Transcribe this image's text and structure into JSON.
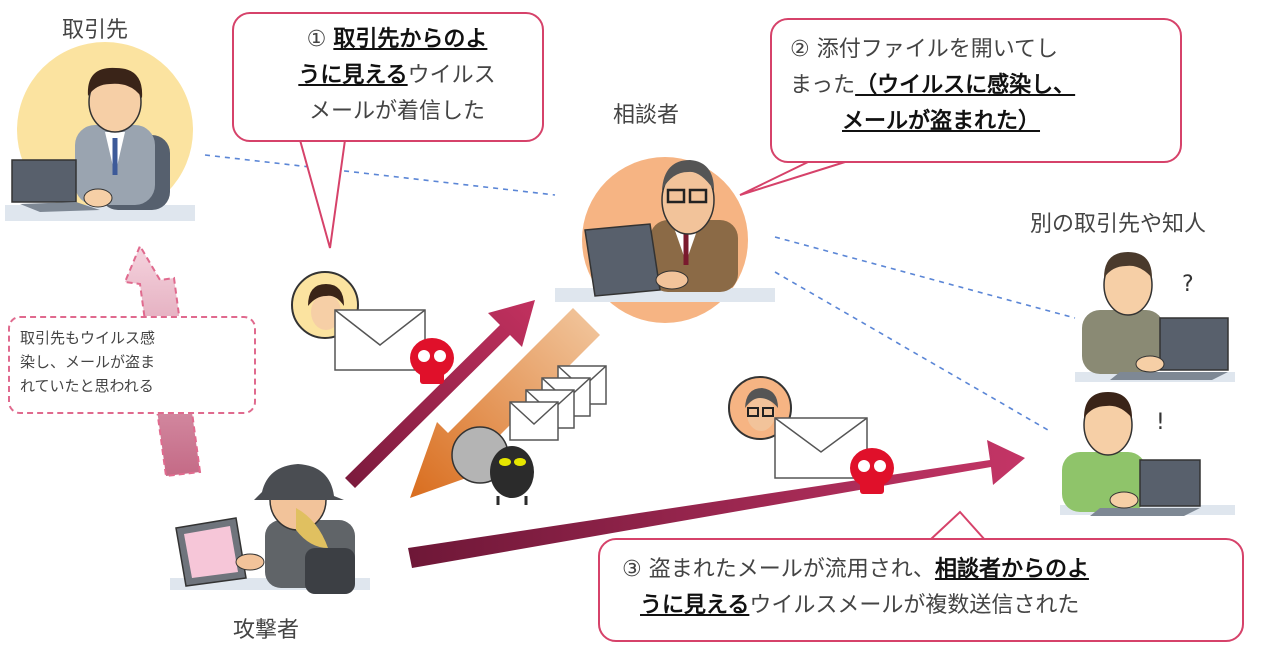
{
  "labels": {
    "partner": "取引先",
    "consultant": "相談者",
    "other_contacts": "別の取引先や知人",
    "attacker": "攻撃者"
  },
  "bubble1": {
    "circle": "①",
    "bold1": "取引先からのよ",
    "bold2": "うに見える",
    "rest2": "ウイルス",
    "line3": "メールが着信した"
  },
  "bubble2": {
    "line1": "② 添付ファイルを開いてし",
    "line2_plain": "まった",
    "line2_bold": "（ウイルスに感染し、",
    "line3_bold": "メールが盗まれた）"
  },
  "bubble3": {
    "line1_plain": "③ 盗まれたメールが流用され、",
    "line1_bold": "相談者からのよ",
    "line2_bold": "うに見える",
    "line2_plain": "ウイルスメールが複数送信された"
  },
  "note": {
    "line1": "取引先もウイルス感",
    "line2": "染し、メールが盗ま",
    "line3": "れていたと思われる"
  },
  "marks": {
    "question": "?",
    "exclaim": "!"
  },
  "colors": {
    "bubble_border": "#d6426a",
    "arrow": "#a8204f",
    "return_arrow": "#d9731f",
    "dashed_line": "#5b86d6",
    "partner_circle": "#fbe3a0",
    "consultant_circle": "#f6b483",
    "skull": "#e0102a"
  }
}
